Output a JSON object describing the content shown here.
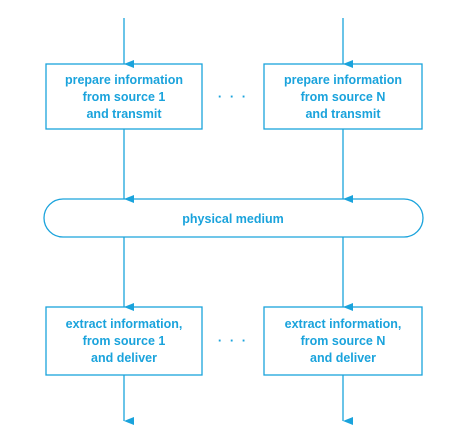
{
  "colors": {
    "accent": "#1aa3dc",
    "background": "#ffffff"
  },
  "top_boxes": [
    {
      "lines": [
        "prepare information",
        "from source 1",
        "and transmit"
      ]
    },
    {
      "lines": [
        "prepare information",
        "from source N",
        "and transmit"
      ]
    }
  ],
  "medium": {
    "label": "physical medium"
  },
  "bottom_boxes": [
    {
      "lines": [
        "extract information,",
        "from source 1",
        "and deliver"
      ]
    },
    {
      "lines": [
        "extract information,",
        "from source N",
        "and deliver"
      ]
    }
  ],
  "ellipsis": "· · ·"
}
